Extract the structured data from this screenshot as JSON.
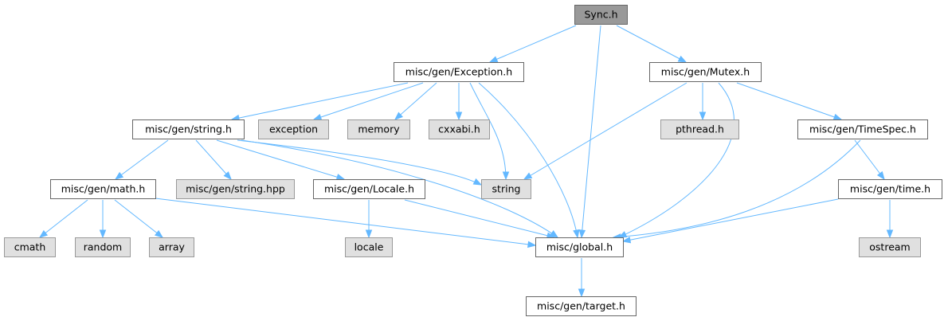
{
  "colors": {
    "edge": "#63b8ff",
    "root_fill": "#999999",
    "root_stroke": "#666666",
    "node_fill": "#ffffff",
    "node_stroke": "#666666",
    "external_fill": "#e0e0e0",
    "external_stroke": "#999999"
  },
  "nodes": [
    {
      "id": "sync",
      "label": "Sync.h",
      "kind": "root"
    },
    {
      "id": "exception_h",
      "label": "misc/gen/Exception.h",
      "kind": "file"
    },
    {
      "id": "mutex_h",
      "label": "misc/gen/Mutex.h",
      "kind": "file"
    },
    {
      "id": "string_h",
      "label": "misc/gen/string.h",
      "kind": "file"
    },
    {
      "id": "exception",
      "label": "exception",
      "kind": "external"
    },
    {
      "id": "memory",
      "label": "memory",
      "kind": "external"
    },
    {
      "id": "cxxabi",
      "label": "cxxabi.h",
      "kind": "external"
    },
    {
      "id": "pthread",
      "label": "pthread.h",
      "kind": "external"
    },
    {
      "id": "timespec_h",
      "label": "misc/gen/TimeSpec.h",
      "kind": "file"
    },
    {
      "id": "math_h",
      "label": "misc/gen/math.h",
      "kind": "file"
    },
    {
      "id": "string_hpp",
      "label": "misc/gen/string.hpp",
      "kind": "external"
    },
    {
      "id": "locale_h",
      "label": "misc/gen/Locale.h",
      "kind": "file"
    },
    {
      "id": "string",
      "label": "string",
      "kind": "external"
    },
    {
      "id": "time_h",
      "label": "misc/gen/time.h",
      "kind": "file"
    },
    {
      "id": "cmath",
      "label": "cmath",
      "kind": "external"
    },
    {
      "id": "random",
      "label": "random",
      "kind": "external"
    },
    {
      "id": "array",
      "label": "array",
      "kind": "external"
    },
    {
      "id": "locale",
      "label": "locale",
      "kind": "external"
    },
    {
      "id": "global_h",
      "label": "misc/global.h",
      "kind": "file"
    },
    {
      "id": "ostream",
      "label": "ostream",
      "kind": "external"
    },
    {
      "id": "target_h",
      "label": "misc/gen/target.h",
      "kind": "file"
    }
  ],
  "edges": [
    {
      "from": "sync",
      "to": "exception_h"
    },
    {
      "from": "sync",
      "to": "global_h"
    },
    {
      "from": "sync",
      "to": "mutex_h"
    },
    {
      "from": "exception_h",
      "to": "string_h"
    },
    {
      "from": "exception_h",
      "to": "exception"
    },
    {
      "from": "exception_h",
      "to": "memory"
    },
    {
      "from": "exception_h",
      "to": "cxxabi"
    },
    {
      "from": "exception_h",
      "to": "string"
    },
    {
      "from": "exception_h",
      "to": "global_h"
    },
    {
      "from": "mutex_h",
      "to": "string"
    },
    {
      "from": "mutex_h",
      "to": "pthread"
    },
    {
      "from": "mutex_h",
      "to": "global_h"
    },
    {
      "from": "mutex_h",
      "to": "timespec_h"
    },
    {
      "from": "string_h",
      "to": "math_h"
    },
    {
      "from": "string_h",
      "to": "string_hpp"
    },
    {
      "from": "string_h",
      "to": "locale_h"
    },
    {
      "from": "string_h",
      "to": "string"
    },
    {
      "from": "string_h",
      "to": "global_h"
    },
    {
      "from": "math_h",
      "to": "cmath"
    },
    {
      "from": "math_h",
      "to": "random"
    },
    {
      "from": "math_h",
      "to": "array"
    },
    {
      "from": "math_h",
      "to": "global_h"
    },
    {
      "from": "locale_h",
      "to": "locale"
    },
    {
      "from": "locale_h",
      "to": "global_h"
    },
    {
      "from": "timespec_h",
      "to": "time_h"
    },
    {
      "from": "timespec_h",
      "to": "global_h"
    },
    {
      "from": "time_h",
      "to": "global_h"
    },
    {
      "from": "time_h",
      "to": "ostream"
    },
    {
      "from": "global_h",
      "to": "target_h"
    }
  ]
}
